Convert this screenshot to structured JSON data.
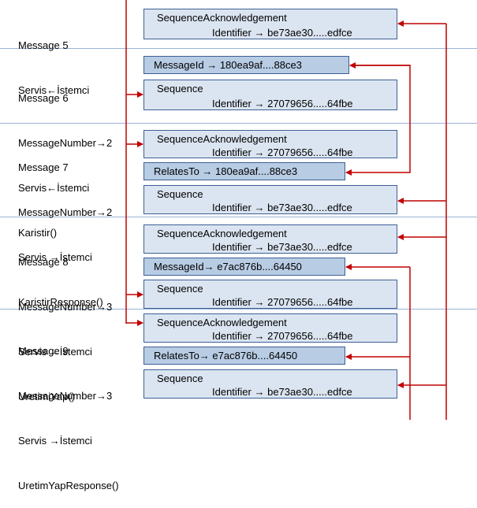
{
  "messages": [
    {
      "lines": [
        "Message 5",
        "Servis←İstemci"
      ]
    },
    {
      "lines": [
        "Message 6",
        "MessageNumber→2",
        "Servis←İstemci",
        "Karistir()"
      ]
    },
    {
      "lines": [
        "Message 7",
        "MessageNumber→2",
        "Servis →İstemci",
        "KaristirResponse()"
      ]
    },
    {
      "lines": [
        "Message 8",
        "MessageNumber→3",
        "Servis ←İstemci",
        "UretimiYap()"
      ]
    },
    {
      "lines": [
        "Message 9",
        "MessageNumber→3",
        "Servis →İstemci",
        "UretimYapResponse()"
      ]
    }
  ],
  "boxes": {
    "m5_ack": {
      "title": "SequenceAcknowledgement",
      "identifier": "Identifier → be73ae30.....edfce"
    },
    "m6_msgid": {
      "text": "MessageId → 180ea9af....88ce3"
    },
    "m6_seq": {
      "title": "Sequence",
      "identifier": "Identifier → 27079656.....64fbe"
    },
    "m7_ack": {
      "title": "SequenceAcknowledgement",
      "identifier": "Identifier → 27079656.....64fbe"
    },
    "m7_relates": {
      "text": "RelatesTo → 180ea9af....88ce3"
    },
    "m7_seq": {
      "title": "Sequence",
      "identifier": "Identifier → be73ae30.....edfce"
    },
    "m8_ack": {
      "title": "SequenceAcknowledgement",
      "identifier": "Identifier → be73ae30.....edfce"
    },
    "m8_msgid": {
      "text": "MessageId→ e7ac876b....64450"
    },
    "m8_seq": {
      "title": "Sequence",
      "identifier": "Identifier → 27079656.....64fbe"
    },
    "m9_ack": {
      "title": "SequenceAcknowledgement",
      "identifier": "Identifier → 27079656.....64fbe"
    },
    "m9_relates": {
      "text": "RelatesTo→ e7ac876b....64450"
    },
    "m9_seq": {
      "title": "Sequence",
      "identifier": "Identifier → be73ae30.....edfce"
    }
  },
  "colors": {
    "arrow": "#c00000",
    "box_fill": "#dbe5f1",
    "box_fill_dark": "#b8cce4",
    "box_border": "#3d5f95",
    "separator": "#9bb4d6"
  }
}
